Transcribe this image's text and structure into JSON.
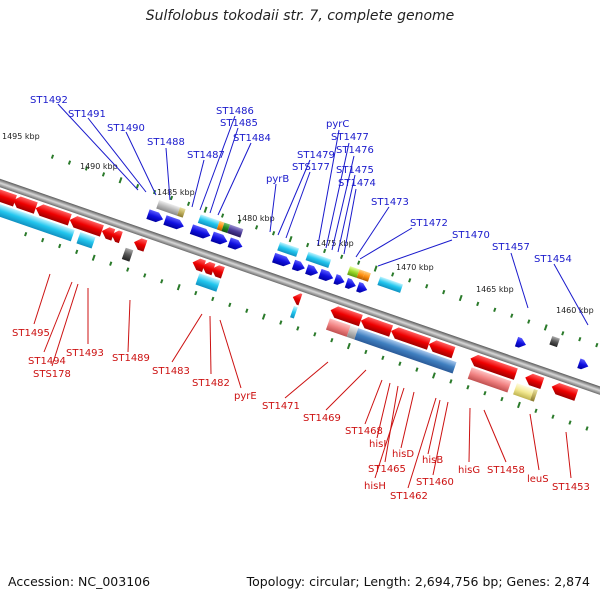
{
  "title": "Sulfolobus tokodaii str. 7, complete genome",
  "footer": {
    "accession": "Accession: NC_003106",
    "topology": "Topology: circular; Length: 2,694,756 bp; Genes: 2,874"
  },
  "colors": {
    "plus_label": "#1a1acc",
    "minus_label": "#cc1111",
    "backbone": "#888888",
    "tick": "#2a7a2a"
  },
  "kbp_labels": [
    "1495 kbp",
    "1490 kbp",
    "1485 kbp",
    "1480 kbp",
    "1475 kbp",
    "1470 kbp",
    "1465 kbp",
    "1460 kbp"
  ],
  "upper_labels": [
    "ST1492",
    "ST1491",
    "ST1490",
    "ST1488",
    "ST1487",
    "ST1486",
    "ST1485",
    "ST1484",
    "pyrB",
    "ST1479",
    "STS177",
    "pyrC",
    "ST1477",
    "ST1476",
    "ST1475",
    "ST1474",
    "ST1473",
    "ST1472",
    "ST1470",
    "ST1457",
    "ST1454"
  ],
  "lower_labels": [
    "ST1495",
    "ST1494",
    "STS178",
    "ST1493",
    "ST1489",
    "ST1483",
    "ST1482",
    "pyrE",
    "ST1471",
    "ST1469",
    "ST1468",
    "hisI",
    "ST1465",
    "hisH",
    "hisD",
    "ST1462",
    "hisB",
    "ST1460",
    "hisG",
    "ST1458",
    "leuS",
    "ST1453"
  ]
}
